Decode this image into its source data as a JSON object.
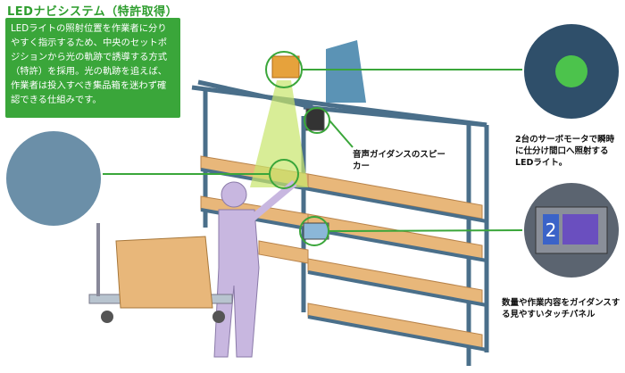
{
  "title": "LEDナビシステム（特許取得）",
  "description": "LEDライトの照射位置を作業者に分りやすく指示するため、中央のセットポジションから光の軌跡で誘導する方式（特許）を採用。光の軌跡を追えば、作業者は投入すべき集品箱を迷わず確認できる仕組みです。",
  "callouts": {
    "speaker": "音声ガイダンスのスピーカー",
    "servo": "2台のサーボモータで瞬時に仕分け間口へ照射するLEDライト。",
    "panel": "数量や作業内容をガイダンスする見やすいタッチパネル"
  },
  "panel_display": {
    "digit": "2"
  },
  "colors": {
    "accent_green": "#3aa63a",
    "frame": "#4a6f8a",
    "box": "#e8b77a",
    "light_beam": "#c8e66b"
  }
}
